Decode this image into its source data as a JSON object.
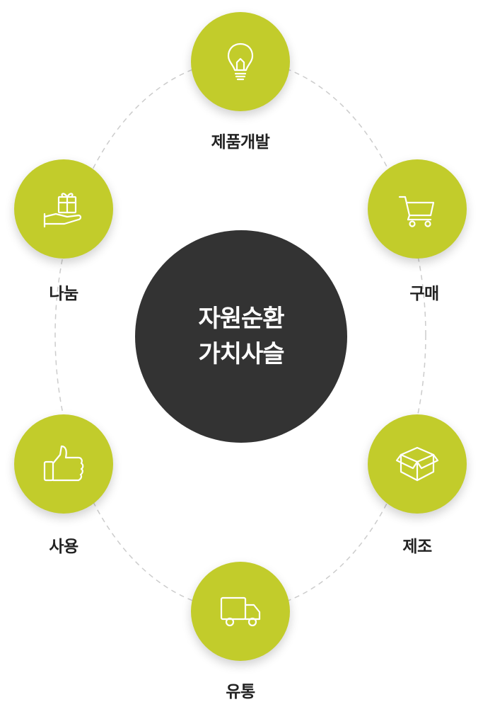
{
  "colors": {
    "node": "#c2cc2b",
    "center": "#333333",
    "ring": "#cccccc"
  },
  "center": {
    "line1": "자원순환",
    "line2": "가치사슬"
  },
  "nodes": [
    {
      "label": "제품개발",
      "icon": "lightbulb-icon"
    },
    {
      "label": "구매",
      "icon": "shopping-cart-icon"
    },
    {
      "label": "제조",
      "icon": "box-icon"
    },
    {
      "label": "유통",
      "icon": "truck-icon"
    },
    {
      "label": "사용",
      "icon": "thumbs-up-icon"
    },
    {
      "label": "나눔",
      "icon": "gift-hand-icon"
    }
  ]
}
